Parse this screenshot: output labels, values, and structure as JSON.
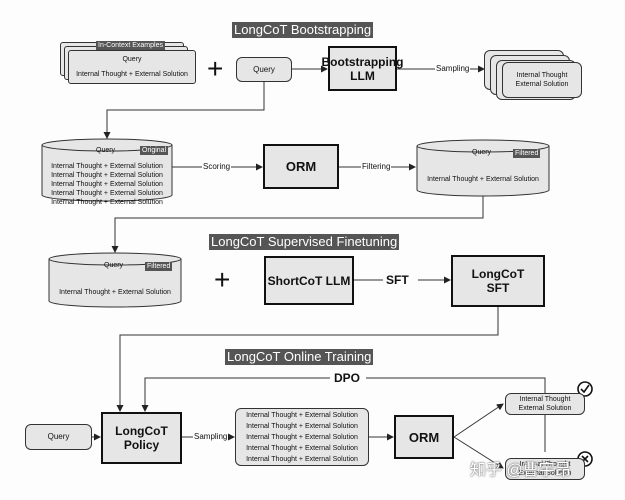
{
  "sections": {
    "bootstrapping": "LongCoT Bootstrapping",
    "finetuning": "LongCoT Supervised Finetuning",
    "online": "LongCoT Online Training"
  },
  "bootstrap": {
    "icl_label": "In-Context Examples",
    "icl_query": "Query",
    "icl_solution": "Internal Thought + External Solution",
    "query": "Query",
    "llm": "Bootstrapping LLM",
    "sampling": "Sampling",
    "sample_output": "Internal Thought External Solution"
  },
  "original": {
    "tag": "Original",
    "query": "Query",
    "rows": [
      "Internal Thought + External Solution",
      "Internal Thought + External Solution",
      "Internal Thought + External Solution",
      "Internal Thought + External Solution",
      "Internal Thought + External Solution"
    ]
  },
  "scoring": "Scoring",
  "orm": "ORM",
  "filtering": "Filtering",
  "filtered": {
    "tag": "Filtered",
    "query": "Query",
    "solution": "Internal Thought + External Solution"
  },
  "sft": {
    "tag": "Filtered",
    "query": "Query",
    "solution": "Internal Thought + External Solution",
    "shortcot": "ShortCoT LLM",
    "sft_label": "SFT",
    "longcot": "LongCoT SFT"
  },
  "online": {
    "dpo": "DPO",
    "query": "Query",
    "policy": "LongCoT Policy",
    "sampling": "Sampling",
    "rows": [
      "Internal Thought + External Solution",
      "Internal Thought + External Solution",
      "Internal Thought + External Solution",
      "Internal Thought + External Solution",
      "Internal Thought + External Solution"
    ],
    "orm": "ORM",
    "good": "Internal Thought External Solution",
    "bad": "Internal Thought External Solution"
  },
  "watermark": "知乎 @曹宇昂"
}
